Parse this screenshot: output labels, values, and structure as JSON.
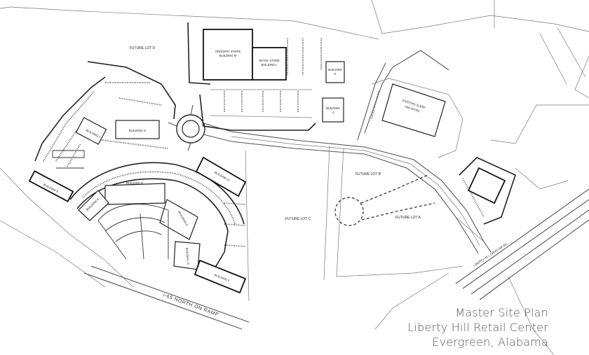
{
  "map": {
    "lots": {
      "future_lot_d": "FUTURE LOT D",
      "future_lot_c": "FUTURE LOT C",
      "future_lot_b": "FUTURE LOT B",
      "future_lot_a": "FUTURE LOT A"
    },
    "buildings": {
      "grocery_store_1": "GROCERY STORE",
      "grocery_store_2": "BUILDING M",
      "retail_store_1": "RETAIL STORE",
      "retail_store_2": "BUILDING L",
      "building_k_1": "BUILDING",
      "building_k_2": "K",
      "building_j_1": "BUILDING",
      "building_j_2": "J",
      "hotel_1": "EXISTING SLEEP",
      "hotel_2": "INN HOTEL",
      "building_i": "BUILDING I",
      "building_g": "BUILDING G",
      "building_h": "BUILDING H",
      "building_b": "BUILDING B",
      "building_a": "BUILDING A",
      "building_c": "BUILDING C",
      "building_d": "BUILDING D",
      "building_e": "BUILDING E",
      "building_f": "BUILDING F"
    },
    "roads": {
      "ramp": "I-65 NORTH ON RAMP",
      "liberty_hill_drive": "LIBERTY HILL DRIVE (SR 83)"
    }
  },
  "caption": {
    "line1": "Master Site Plan",
    "line2": "Liberty Hill Retail Center",
    "line3": "Evergreen, Alabama"
  }
}
